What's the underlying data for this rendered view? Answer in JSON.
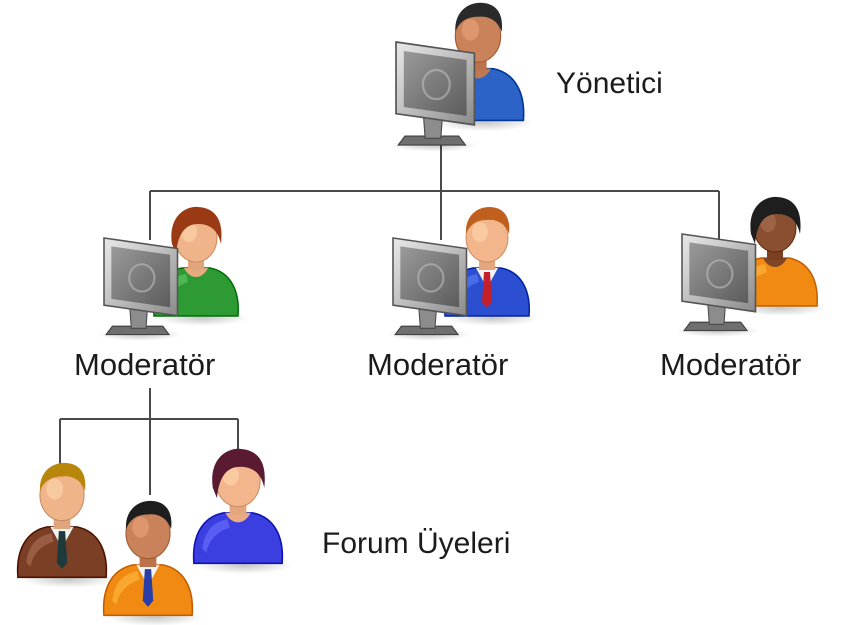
{
  "diagram": {
    "admin": {
      "label": "Yönetici",
      "shirt_color": "#2b63c7",
      "tie_color": "#1e8f3a",
      "hair_color": "#2a2a2a",
      "skin_color": "#c9825a"
    },
    "moderators": [
      {
        "label": "Moderatör",
        "shirt_color": "#2e9a34",
        "hair_color": "#9a3a14",
        "skin_color": "#f0b48a",
        "gender": "female"
      },
      {
        "label": "Moderatör",
        "shirt_color": "#2b4fd0",
        "tie_color": "#c61f2a",
        "hair_color": "#c0601e",
        "skin_color": "#f2b58c",
        "gender": "male"
      },
      {
        "label": "Moderatör",
        "shirt_color": "#f08a12",
        "hair_color": "#1e1e1e",
        "skin_color": "#8a4f30",
        "gender": "female"
      }
    ],
    "members_label": "Forum Üyeleri",
    "members": [
      {
        "shirt_color": "#7a3f25",
        "tie_color": "#1f3a3a",
        "hair_color": "#b8860b",
        "skin_color": "#f0b48a",
        "gender": "male"
      },
      {
        "shirt_color": "#3b3fe0",
        "hair_color": "#5a1a32",
        "skin_color": "#f2b58c",
        "gender": "female"
      },
      {
        "shirt_color": "#f08a12",
        "tie_color": "#2b3ea8",
        "hair_color": "#1e1e1e",
        "skin_color": "#c9825a",
        "gender": "male"
      }
    ],
    "icons": [
      "computer-user-icon",
      "user-icon"
    ]
  }
}
